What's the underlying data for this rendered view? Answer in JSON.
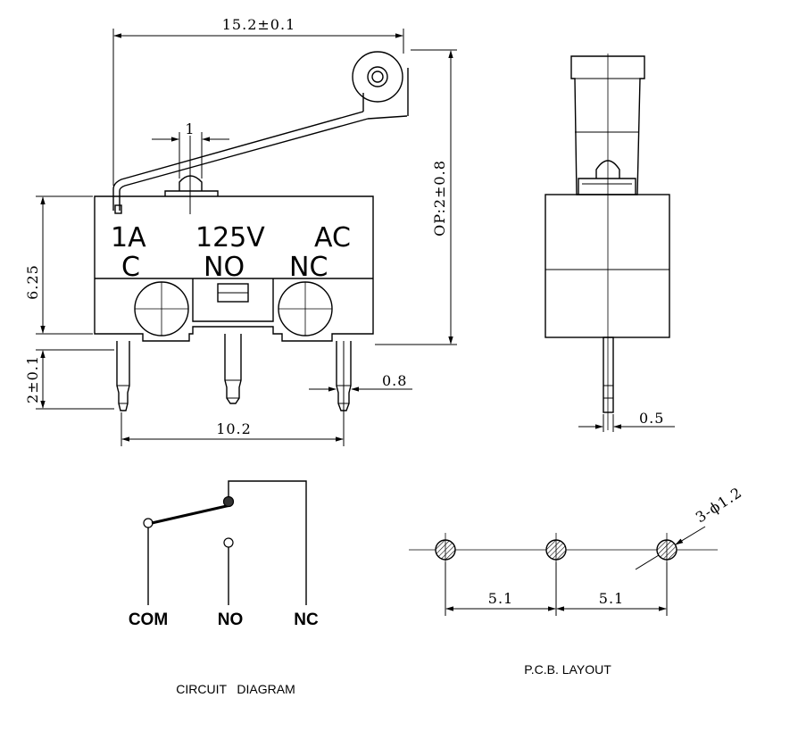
{
  "dimensions": {
    "overall_length": "15.2±0.1",
    "actuator_width": "1",
    "operating_position": "OP:2±0.8",
    "body_height": "6.25",
    "pin_length": "2±0.1",
    "pin_thickness": "0.8",
    "pin_pitch_total": "10.2",
    "side_pin_width": "0.5",
    "pcb_hole": "3-ϕ1.2",
    "pcb_pitch_1": "5.1",
    "pcb_pitch_2": "5.1"
  },
  "body_marking": {
    "rating_current": "1A",
    "rating_voltage": "125V",
    "rating_type": "AC",
    "terminal_c": "C",
    "terminal_no": "NO",
    "terminal_nc": "NC"
  },
  "circuit": {
    "com_label": "COM",
    "no_label": "NO",
    "nc_label": "NC",
    "caption": "CIRCUIT   DIAGRAM"
  },
  "pcb": {
    "caption": "P.C.B. LAYOUT"
  }
}
